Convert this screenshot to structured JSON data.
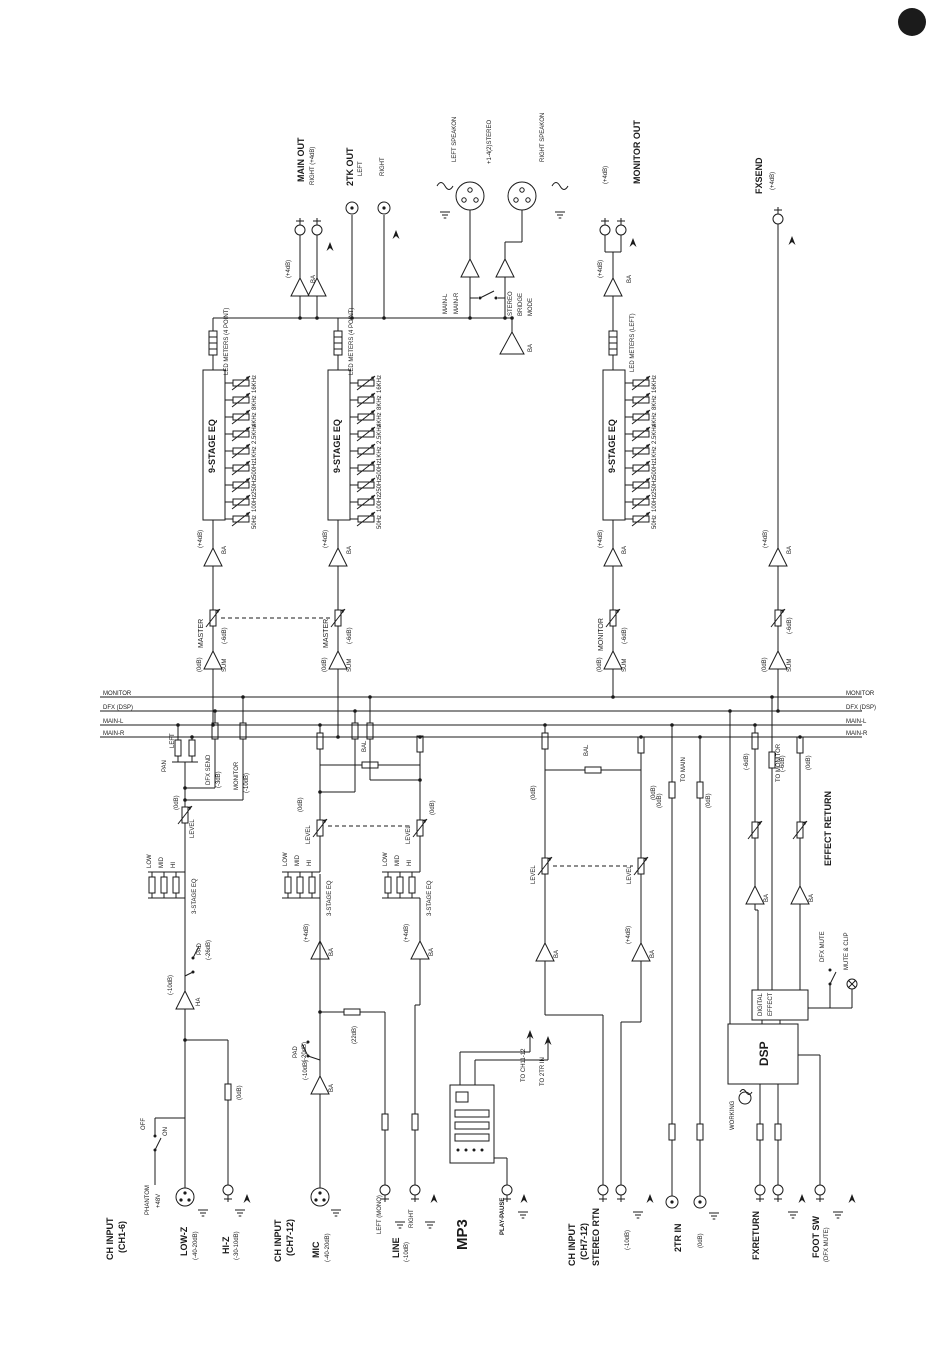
{
  "tok": {
    "level": "LEVEL",
    "bal": "BAL",
    "sum": "SUM",
    "ba": "BA",
    "ha": "HA",
    "pad": "PAD",
    "low": "LOW",
    "mid": "MID",
    "hi": "HI",
    "eq3": "3-STAGE EQ",
    "eq9": "9-STAGE EQ",
    "db0": "(0dB)",
    "db4": "(+4dB)",
    "dbm3": "(-3dB)",
    "dbm6": "(-6dB)",
    "dbm10": "(-10dB)",
    "dbm20": "(-20dB)",
    "dbm26": "(-26dB)",
    "db22": "(22dB)",
    "master": "MASTER",
    "monitor": "MONITOR",
    "on": "ON",
    "off": "OFF"
  },
  "eq": {
    "freqs": [
      "16KHz",
      "8KHz",
      "4KHz",
      "2.5KHz",
      "1KHz",
      "500Hz",
      "250Hz",
      "100Hz",
      "50Hz"
    ],
    "meter4": "LED METERS (4 POINT)",
    "meter_left": "LED METERS (LEFT)"
  },
  "bus": {
    "monitor": "MONITOR",
    "dfx": "DFX (DSP)",
    "main_l": "MAIN-L",
    "main_r": "MAIN-R",
    "to_monitor": "TO MONITOR",
    "to_main": "TO MAIN"
  },
  "outputs": {
    "main_out": "MAIN OUT",
    "main_right": "RIGHT (+4dB)",
    "tk_out": "2TK OUT",
    "tk_left": "LEFT",
    "tk_right": "RIGHT",
    "left_speakon": "LEFT SPEAKON",
    "speakon_mode": "+1-4(2)STEREO",
    "right_speakon": "RIGHT SPEAKON",
    "mode": "MODE",
    "stereo": "STEREO",
    "bridge": "BRIDGE",
    "monitor_out": "MONITOR OUT",
    "fxsend": "FXSEND"
  },
  "ch1": {
    "title1": "CH INPUT",
    "title2": "(CH1-6)",
    "lowz": "LOW-Z",
    "lowz_db": "(-40-20dB)",
    "hiz": "HI-Z",
    "hiz_db": "(-30-10dB)",
    "phantom": "PHANTOM",
    "p48": "+48V",
    "pan": "PAN",
    "left": "LEFT",
    "dfx_send": "DFX SEND",
    "monitor_send": "MONITOR"
  },
  "ch7": {
    "title1": "CH INPUT",
    "title2": "(CH7-12)",
    "mic": "MIC",
    "mic_db": "(-40-20dB)",
    "line": "LINE",
    "line_db": "(-10dB)",
    "line_left": "LEFT (MONO)",
    "line_right": "RIGHT"
  },
  "mp3": {
    "title": "MP3",
    "play": "PLAY-PAUSE",
    "to_ch": "TO CH11-12",
    "to_tr": "TO 2TR IN"
  },
  "rtn": {
    "title1": "CH INPUT",
    "title2": "(CH7-12)",
    "title3": "STEREO RTN",
    "db": "(-10dB)"
  },
  "tr2": {
    "title": "2TR IN",
    "db": "(0dB)"
  },
  "fx": {
    "fxreturn": "FXRETURN",
    "footsw": "FOOT SW",
    "footsw_sub": "(DFX MUTE)",
    "dsp": "DSP",
    "digital": "DIGITAL",
    "effect": "EFFECT",
    "working": "WORKING",
    "dfx_mute": "DFX MUTE",
    "mute_clip": "MUTE & CLIP",
    "effect_return": "EFFECT RETURN"
  }
}
